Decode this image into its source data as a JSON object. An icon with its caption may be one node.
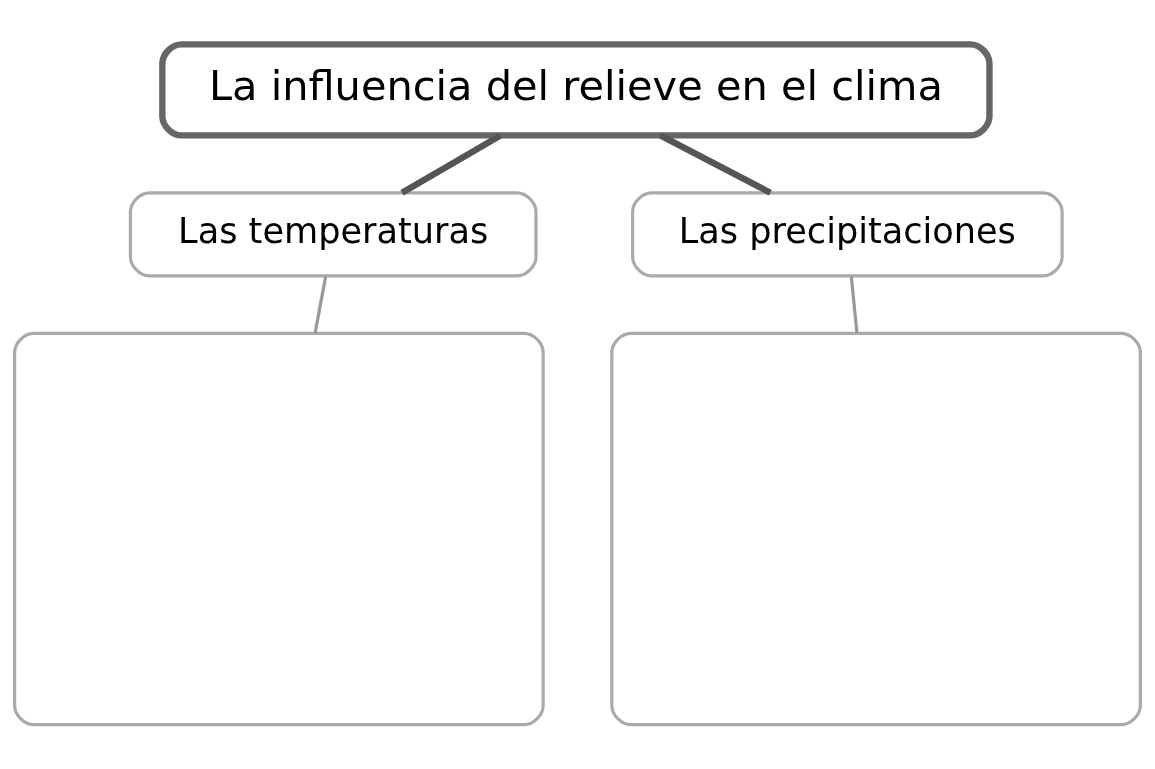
{
  "diagram": {
    "nodes": [
      {
        "text": [
          "La influencia del relieve en el clima"
        ]
      },
      {
        "text": [
          "Las temperaturas"
        ]
      },
      {
        "text": [
          "Las precipitaciones"
        ]
      },
      {
        "text": [],
        "shape": "box"
      },
      {
        "text": [],
        "shape": "box"
      }
    ],
    "edges": [
      {
        "from": 0,
        "to": 1,
        "arrow": "none",
        "style": "thick"
      },
      {
        "from": 0,
        "to": 2,
        "arrow": "none",
        "style": "thick"
      },
      {
        "from": 1,
        "to": 3,
        "arrow": "none"
      },
      {
        "from": 2,
        "to": 4,
        "arrow": "none"
      }
    ]
  }
}
